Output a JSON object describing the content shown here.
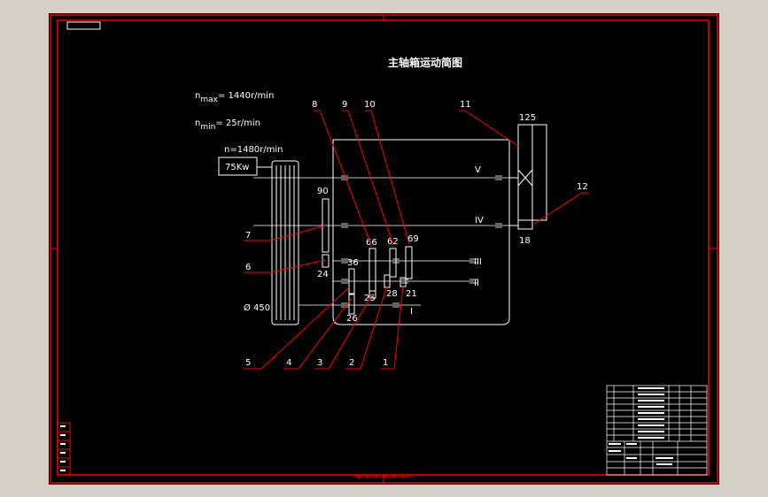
{
  "title": "主轴箱运动简图",
  "specs": {
    "nmax_sym": "n",
    "nmax_sub": "max",
    "nmax_val": "=  1440r/min",
    "nmin_sym": "n",
    "nmin_sub": "min",
    "nmin_val": "=  25r/min",
    "n_motor": "n=1480r/min"
  },
  "motor": {
    "label": "75Kw"
  },
  "pulley": {
    "diameter": "Ø 450"
  },
  "shafts": {
    "V": "V",
    "IV": "IV",
    "III": "III",
    "II": "II",
    "I": "I"
  },
  "teeth": {
    "t90": "90",
    "t24": "24",
    "t36": "36",
    "t26": "26",
    "t25": "25",
    "t66": "66",
    "t62": "62",
    "t69": "69",
    "t28": "28",
    "t21": "21",
    "t125": "125",
    "t18": "18"
  },
  "callouts": {
    "c1": "1",
    "c2": "2",
    "c3": "3",
    "c4": "4",
    "c5": "5",
    "c6": "6",
    "c7": "7",
    "c8": "8",
    "c9": "9",
    "c10": "10",
    "c11": "11",
    "c12": "12"
  },
  "colors": {
    "border": "#ff0000",
    "lines": "#ffffff",
    "leaders": "#ff0000",
    "paper": "#000000",
    "background": "#d4d0c8"
  }
}
